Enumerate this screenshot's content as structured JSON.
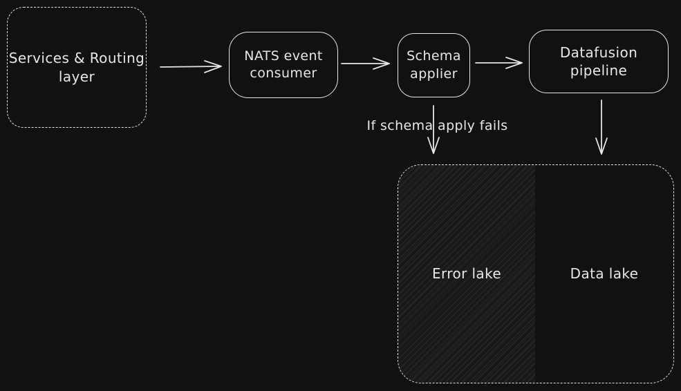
{
  "colors": {
    "background": "#111111",
    "stroke": "#e7e7e7",
    "hatch_base": "#181818",
    "hatch_line": "#2a2a2a"
  },
  "nodes": {
    "services_routing": {
      "label": "Services & Routing\nlayer"
    },
    "nats_consumer": {
      "label": "NATS event\nconsumer"
    },
    "schema_applier": {
      "label": "Schema\napplier"
    },
    "datafusion_pipeline": {
      "label": "Datafusion pipeline"
    },
    "error_lake": {
      "label": "Error lake"
    },
    "data_lake": {
      "label": "Data lake"
    }
  },
  "annotations": {
    "schema_fail_label": "If schema apply fails"
  },
  "edges": [
    {
      "from": "services_routing",
      "to": "nats_consumer"
    },
    {
      "from": "nats_consumer",
      "to": "schema_applier"
    },
    {
      "from": "schema_applier",
      "to": "datafusion_pipeline"
    },
    {
      "from": "schema_applier",
      "to": "error_lake",
      "condition": "If schema apply fails"
    },
    {
      "from": "datafusion_pipeline",
      "to": "data_lake"
    }
  ]
}
